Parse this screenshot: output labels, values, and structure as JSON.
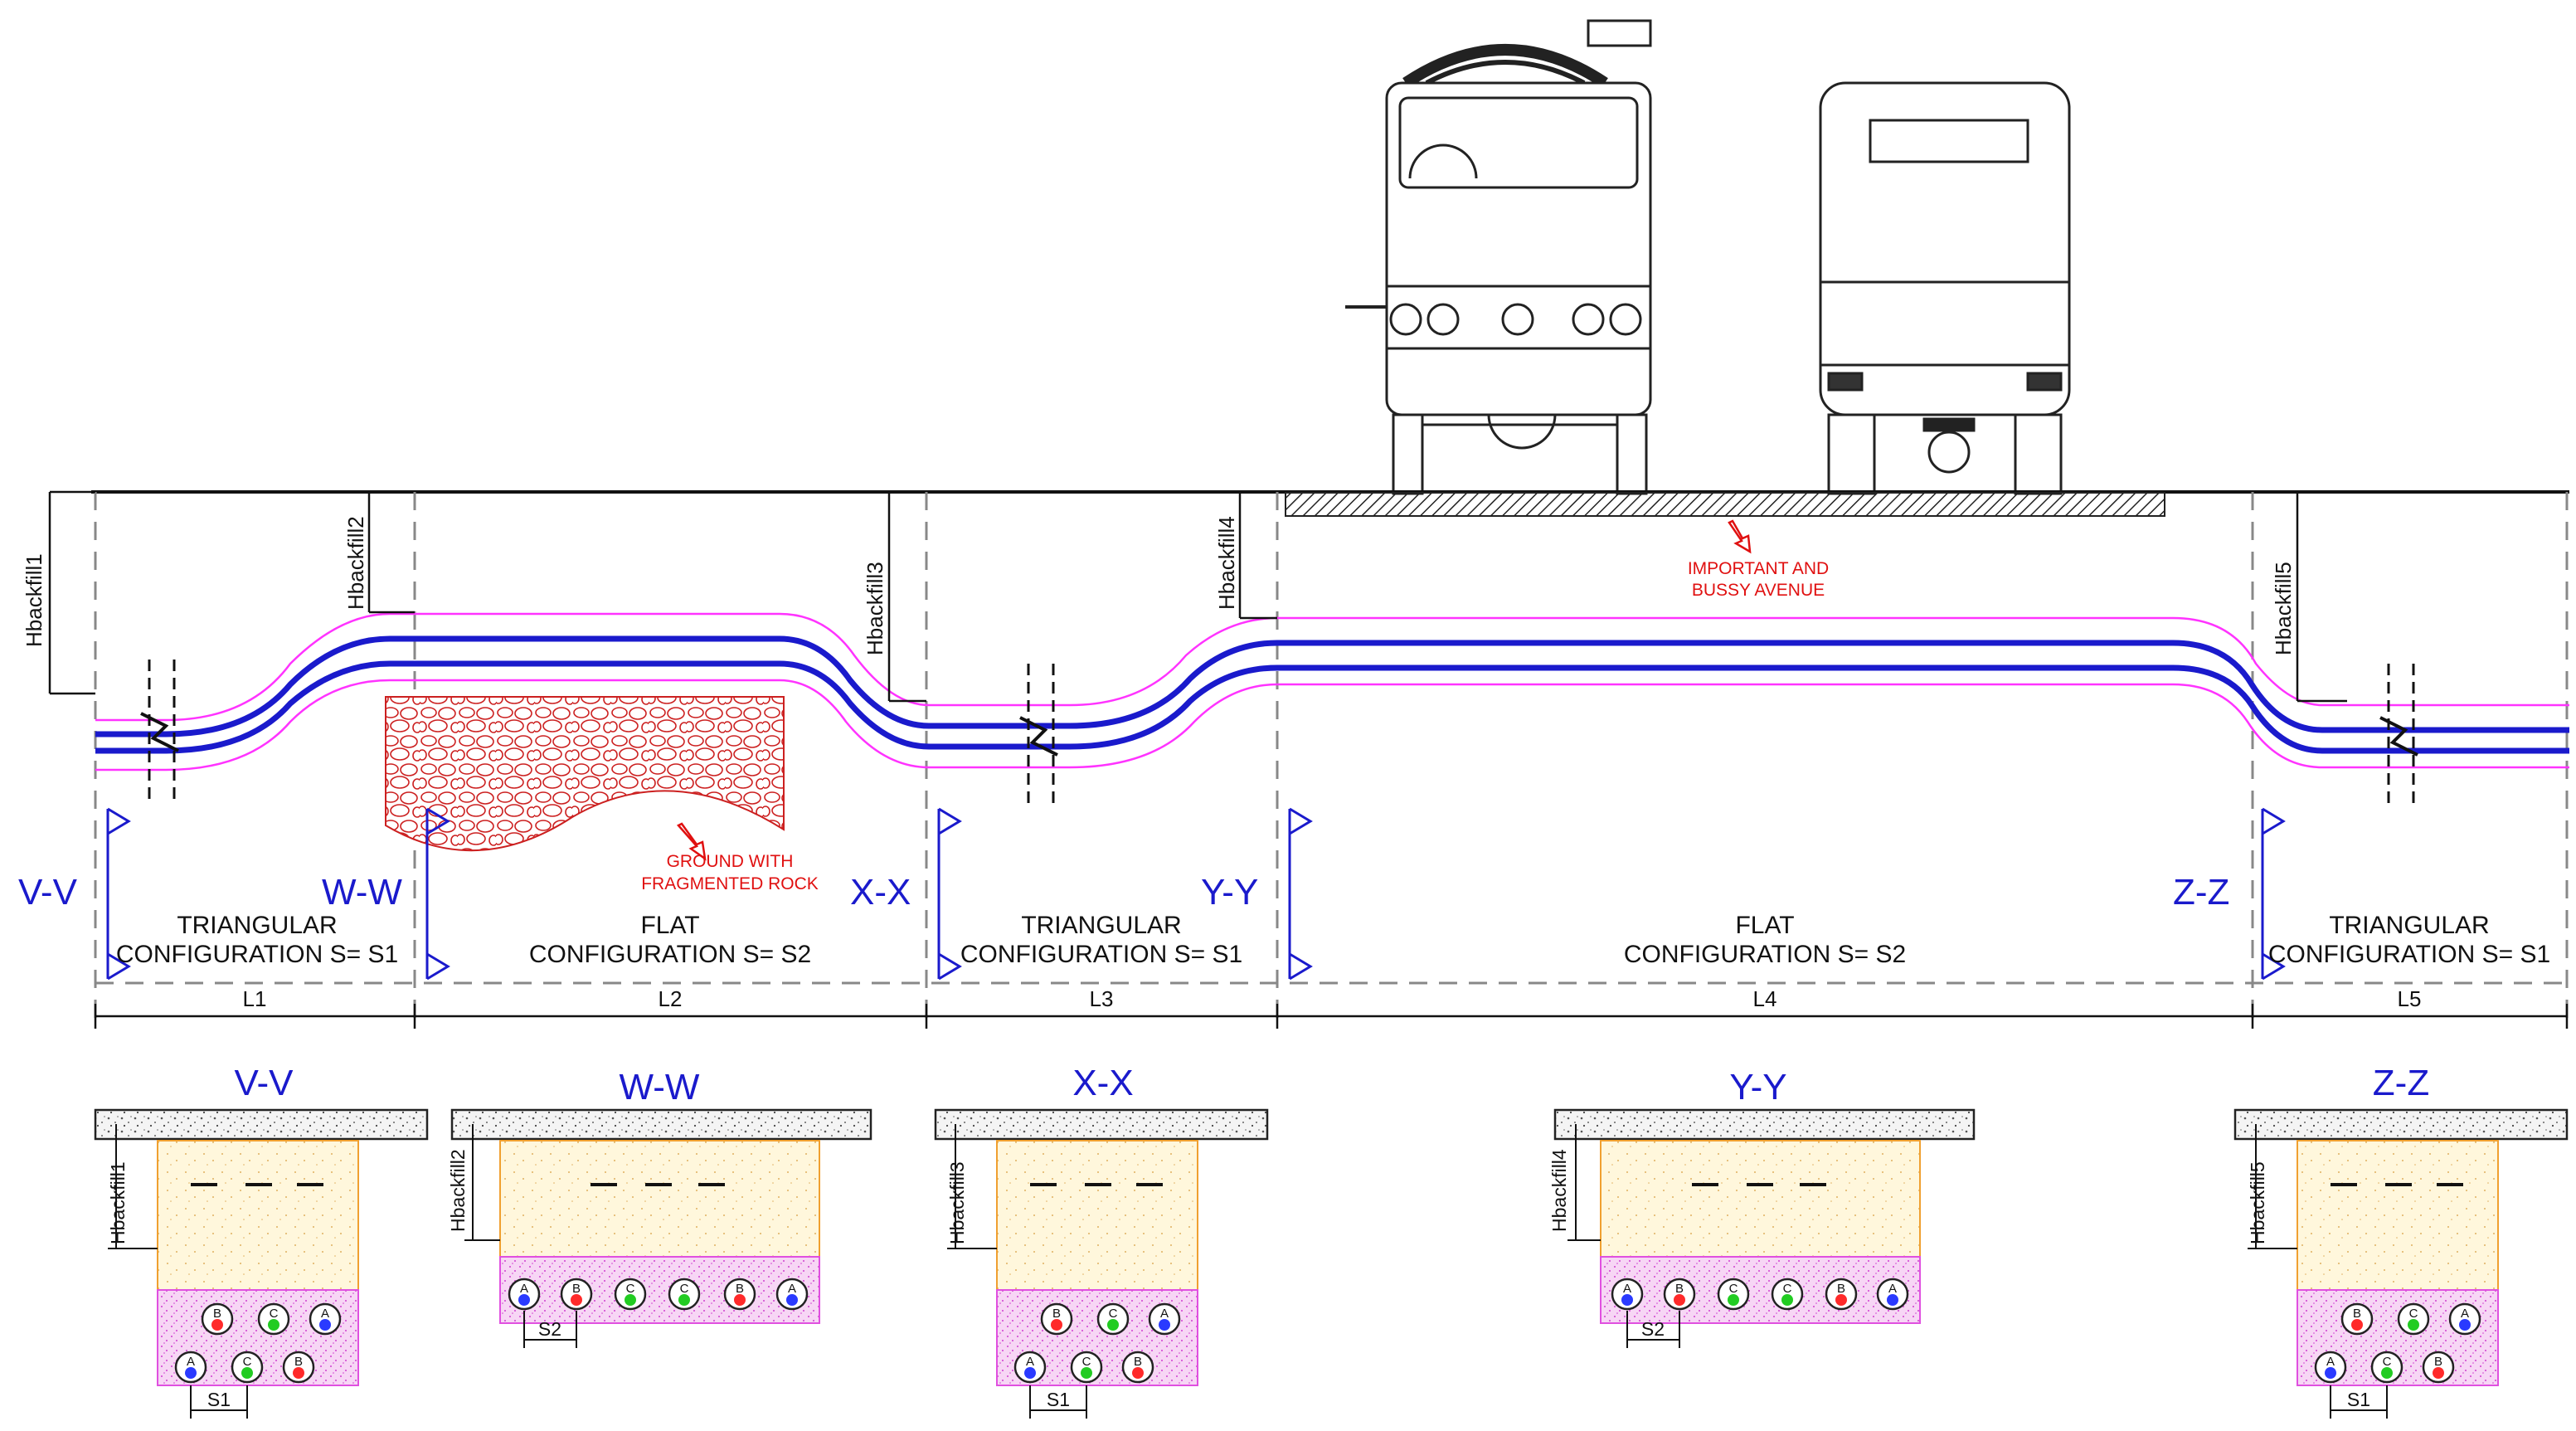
{
  "labels": {
    "section_v": "V-V",
    "section_w": "W-W",
    "section_x": "X-X",
    "section_y": "Y-Y",
    "section_z": "Z-Z",
    "triangular": "TRIANGULAR",
    "flat": "FLAT",
    "config_s1": "CONFIGURATION S= S1",
    "config_s2": "CONFIGURATION S= S2",
    "l1": "L1",
    "l2": "L2",
    "l3": "L3",
    "l4": "L4",
    "l5": "L5",
    "hb1": "Hbackfill1",
    "hb2": "Hbackfill2",
    "hb3": "Hbackfill3",
    "hb4": "Hbackfill4",
    "hb5": "Hbackfill5",
    "rock_1": "GROUND WITH",
    "rock_2": "FRAGMENTED ROCK",
    "avenue_1": "IMPORTANT AND",
    "avenue_2": "BUSSY AVENUE",
    "s1": "S1",
    "s2": "S2",
    "phase_a": "A",
    "phase_b": "B",
    "phase_c": "C"
  },
  "colors": {
    "cable": "#1a1acc",
    "backfill_outline": "#ff33ff",
    "rock": "#cc2020",
    "section_marker": "#1a1acc",
    "phase_a": "#2a3aff",
    "phase_b": "#ff2a2a",
    "phase_c": "#22cc22",
    "sand": "#fff7dc",
    "concrete_bed": "#f7d6f5"
  }
}
